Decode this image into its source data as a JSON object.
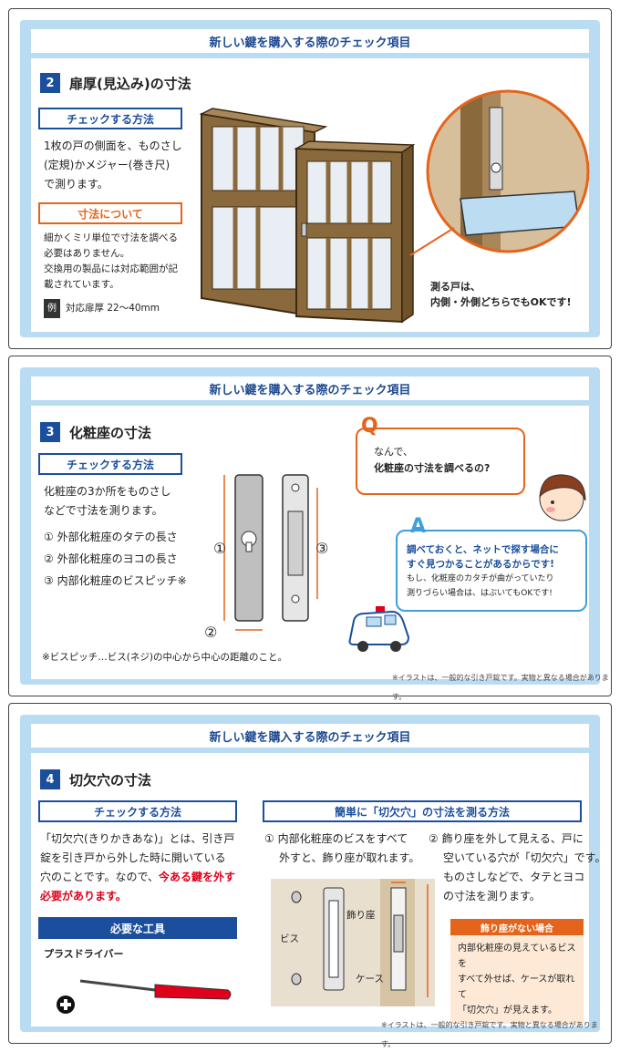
{
  "banner_title": "新しい鍵を購入する際のチェック項目",
  "s2": {
    "num": "2",
    "title": "扉厚(見込み)の寸法",
    "check_label": "チェックする方法",
    "check_text": [
      "1枚の戸の側面を、ものさし",
      "(定規)かメジャー(巻き尺)",
      "で測ります。"
    ],
    "about_label": "寸法について",
    "about_text": [
      "細かくミリ単位で寸法を調べる",
      "必要はありません。",
      "交換用の製品には対応範囲が記",
      "載されています。"
    ],
    "example_tag": "例",
    "example_text": "対応扉厚 22〜40mm",
    "caption": [
      "測る戸は、",
      "内側・外側どちらでもOKです!"
    ]
  },
  "s3": {
    "num": "3",
    "title": "化粧座の寸法",
    "check_label": "チェックする方法",
    "check_text": [
      "化粧座の3か所をものさし",
      "などで寸法を測ります。"
    ],
    "items": [
      "① 外部化粧座のタテの長さ",
      "② 外部化粧座のヨコの長さ",
      "③ 内部化粧座のビスピッチ※"
    ],
    "footnote": "※ビスピッチ…ビス(ネジ)の中心から中心の距離のこと。",
    "q_mark": "Q",
    "question": [
      "なんで、",
      "化粧座の寸法を調べるの?"
    ],
    "a_mark": "A",
    "answer_bold": [
      "調べておくと、ネットで探す場合に",
      "すぐ見つかることがあるからです!"
    ],
    "answer_small": [
      "もし、化粧座のカタチが曲がっていたり",
      "測りづらい場合は、はぶいてもOKです!"
    ],
    "dim1": "①",
    "dim2": "②",
    "dim3": "③",
    "note": "※イラストは、一般的な引き戸錠です。実物と異なる場合があります。"
  },
  "s4": {
    "num": "4",
    "title": "切欠穴の寸法",
    "check_label": "チェックする方法",
    "check_text_1": [
      "「切欠穴(きりかきあな)」とは、引き戸",
      "錠を引き戸から外した時に開いている",
      "穴のことです。なので、"
    ],
    "check_text_red_inline": "今ある鍵を外す",
    "check_text_red": "必要があります。",
    "tools_label": "必要な工具",
    "tool_name": "プラスドライバー",
    "easy_label": "簡単に「切欠穴」の寸法を測る方法",
    "step1": [
      "① 内部化粧座のビスをすべて",
      "外すと、飾り座が取れます。"
    ],
    "step2": [
      "② 飾り座を外して見える、戸に",
      "空いている穴が「切欠穴」です。",
      "ものさしなどで、タテとヨコ",
      "の寸法を測ります。"
    ],
    "lbl_bis": "ビス",
    "lbl_kazari": "飾り座",
    "lbl_case": "ケース",
    "no_kazari_label": "飾り座がない場合",
    "no_kazari_text": [
      "内部化粧座の見えているビスを",
      "すべて外せば、ケースが取れて",
      "「切欠穴」が見えます。"
    ],
    "note": "※イラストは、一般的な引き戸錠です。実物と異なる場合があります。"
  },
  "colors": {
    "navy": "#1b4f9d",
    "orange": "#e5641b",
    "light_blue": "#b9dcf3",
    "red": "#e0001b",
    "door_brown": "#8a6a3c"
  }
}
